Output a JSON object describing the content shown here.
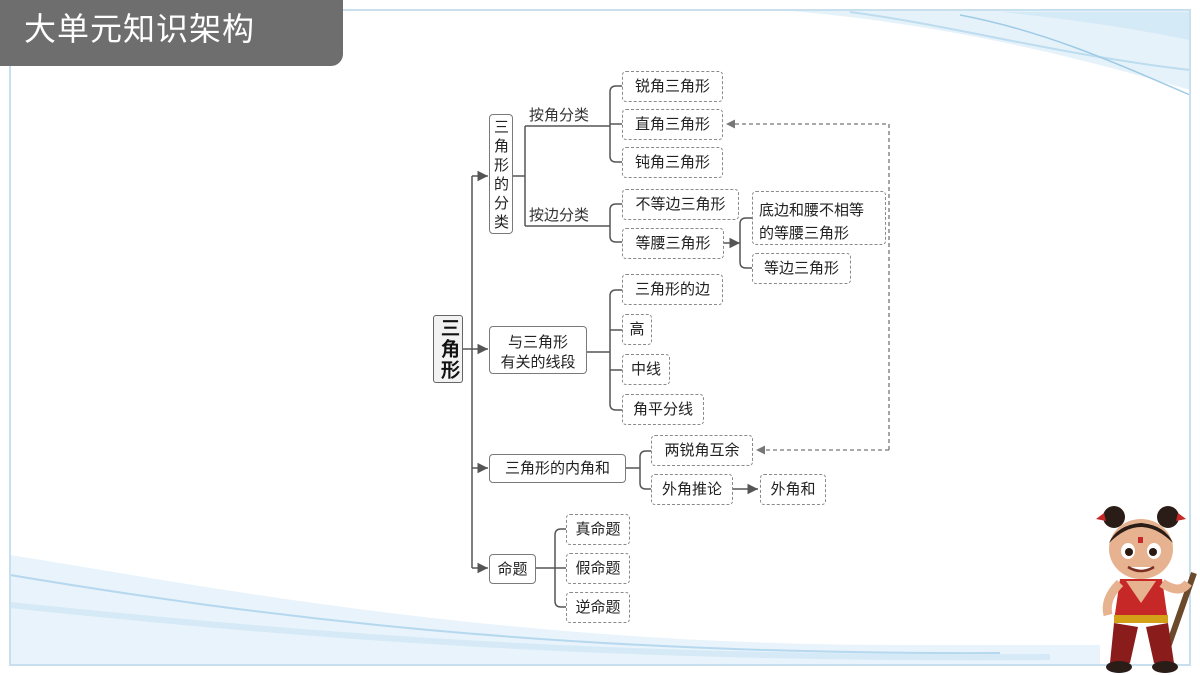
{
  "header": {
    "title": "大单元知识架构"
  },
  "diagram": {
    "root": "三角形",
    "classification": {
      "label": "三角形的分类",
      "by_angle": {
        "label": "按角分类",
        "items": [
          "锐角三角形",
          "直角三角形",
          "钝角三角形"
        ]
      },
      "by_side": {
        "label": "按边分类",
        "scalene": "不等边三角形",
        "isosceles": "等腰三角形",
        "isosceles_sub": [
          "底边和腰不相等",
          "的等腰三角形",
          "等边三角形"
        ]
      }
    },
    "segments": {
      "label_line1": "与三角形",
      "label_line2": "有关的线段",
      "items": [
        "三角形的边",
        "高",
        "中线",
        "角平分线"
      ]
    },
    "interior": {
      "label": "三角形的内角和",
      "items": [
        "两锐角互余",
        "外角推论"
      ],
      "exterior_result": "外角和"
    },
    "propositions": {
      "label": "命题",
      "items": [
        "真命题",
        "假命题",
        "逆命题"
      ]
    }
  },
  "colors": {
    "title_bg": "#6e6e6e",
    "line": "#555555",
    "dashed_border": "#8a8a8a",
    "frame": "#c8dfee"
  },
  "decor": {
    "mascot_icon": "cartoon-boy-character",
    "wave_icon": "blue-wave-decoration"
  }
}
